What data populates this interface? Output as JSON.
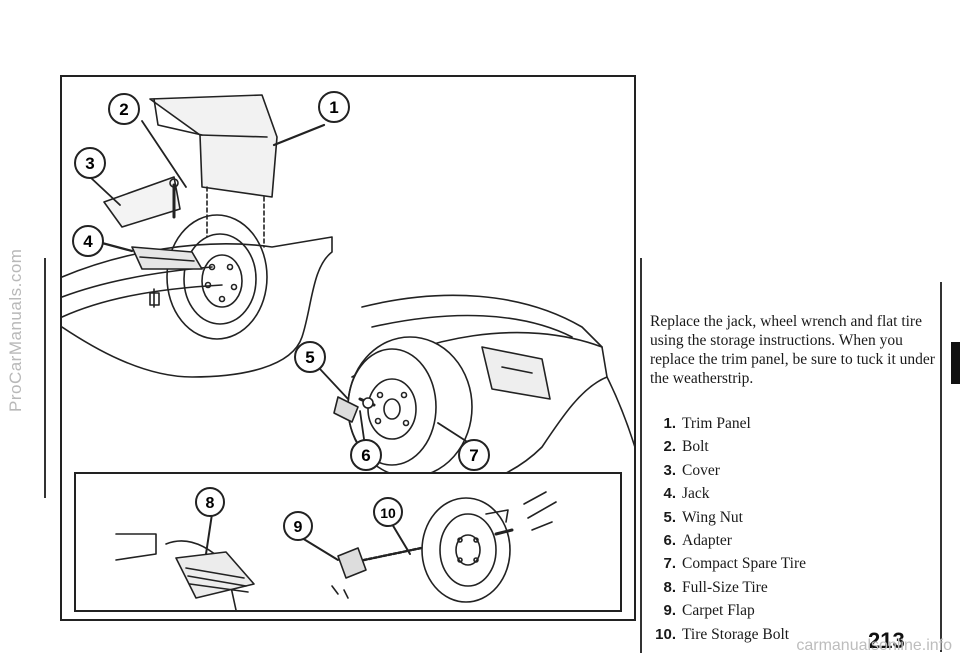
{
  "watermark": {
    "side": "ProCarManuals.com",
    "bottom": "carmanualsonline.info"
  },
  "figure": {
    "callouts": [
      "1",
      "2",
      "3",
      "4",
      "5",
      "6",
      "7"
    ],
    "inset_callouts": [
      "8",
      "9",
      "10"
    ]
  },
  "instructions": "Replace the jack, wheel wrench and flat tire using the storage instructions. When you replace the trim panel, be sure to tuck it under the weatherstrip.",
  "parts": [
    {
      "num": "1.",
      "label": "Trim Panel"
    },
    {
      "num": "2.",
      "label": "Bolt"
    },
    {
      "num": "3.",
      "label": "Cover"
    },
    {
      "num": "4.",
      "label": "Jack"
    },
    {
      "num": "5.",
      "label": "Wing Nut"
    },
    {
      "num": "6.",
      "label": "Adapter"
    },
    {
      "num": "7.",
      "label": "Compact Spare Tire"
    },
    {
      "num": "8.",
      "label": "Full-Size Tire"
    },
    {
      "num": "9.",
      "label": "Carpet Flap"
    },
    {
      "num": "10.",
      "label": "Tire Storage Bolt"
    }
  ],
  "page_number": "213"
}
